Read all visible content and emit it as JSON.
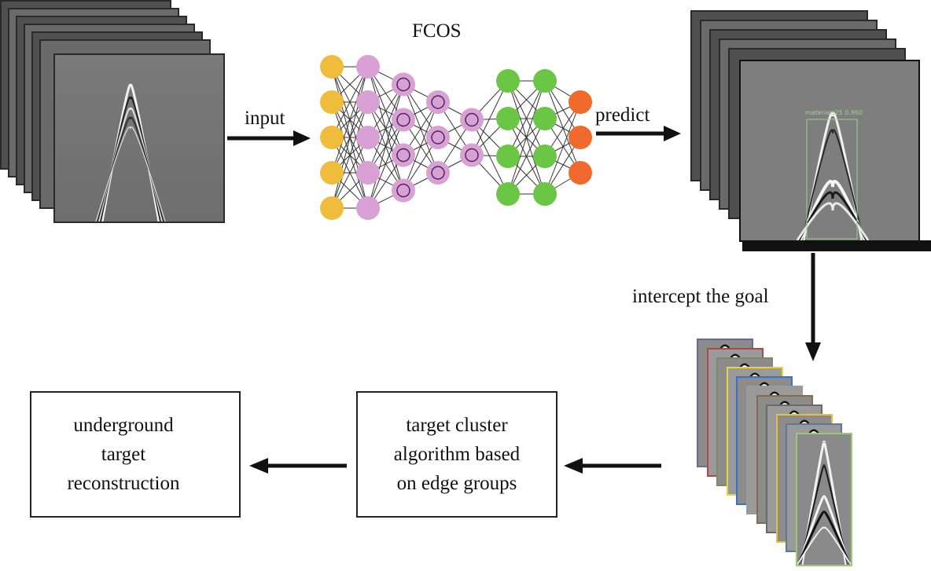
{
  "title": "FCOS",
  "labels": {
    "input": "input",
    "predict": "predict",
    "intercept": "intercept the goal"
  },
  "detection": {
    "label": "materials25 0.960",
    "color": "#9fd28a"
  },
  "boxes": {
    "cluster": [
      "target cluster",
      "algorithm based",
      "on edge groups"
    ],
    "reconstruction": [
      "underground",
      "target",
      "reconstruction"
    ]
  },
  "network": {
    "layer_colors": [
      "#f0bc3c",
      "#d8a0d4",
      "#d8a0d4",
      "#d8a0d4",
      "#d8a0d4",
      "#6cc646",
      "#6cc646",
      "#ef6a2c"
    ],
    "layer_sizes": [
      5,
      5,
      4,
      3,
      2,
      4,
      4,
      3
    ]
  },
  "thumb_border_colors": [
    "#6a6a90",
    "#b04848",
    "#7a8a6a",
    "#e8d43c",
    "#3a70c8",
    "#9a9a9a",
    "#8a6a4a",
    "#6a6a6a",
    "#e8c040",
    "#5a7a9a",
    "#9ac878"
  ]
}
